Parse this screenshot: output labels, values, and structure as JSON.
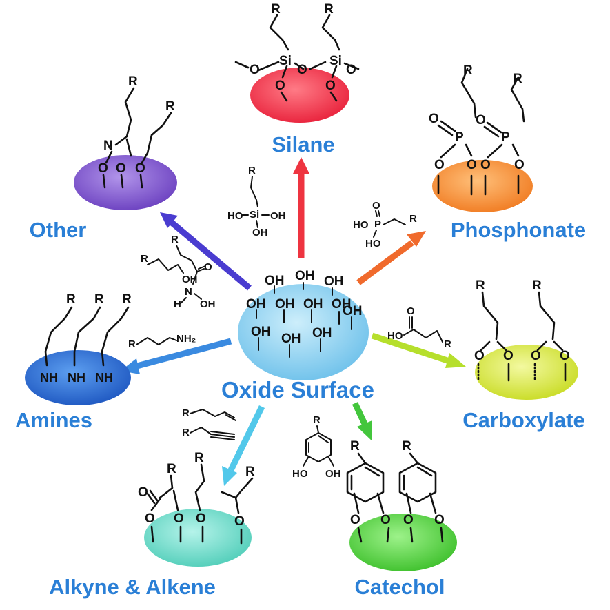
{
  "center": {
    "label": "Oxide Surface",
    "hydroxyl": "OH",
    "color": "#8fd3f0"
  },
  "nodes": [
    {
      "id": "silane",
      "label": "Silane",
      "color": "#f03a4b",
      "arrow_color": "#ee3440"
    },
    {
      "id": "phosphonate",
      "label": "Phosphonate",
      "color": "#f7913a",
      "arrow_color": "#f06a2c"
    },
    {
      "id": "carboxylate",
      "label": "Carboxylate",
      "color": "#d9e83a",
      "arrow_color": "#b6df2c"
    },
    {
      "id": "catechol",
      "label": "Catechol",
      "color": "#4fcf3a",
      "arrow_color": "#43c63c"
    },
    {
      "id": "alkyne_alkene",
      "label": "Alkyne & Alkene",
      "color": "#5fd8c8",
      "arrow_color": "#52c8ea"
    },
    {
      "id": "amines",
      "label": "Amines",
      "color": "#2f6fd8",
      "arrow_color": "#3a8ae0"
    },
    {
      "id": "other",
      "label": "Other",
      "color": "#7d55cc",
      "arrow_color": "#4a3cd0"
    }
  ],
  "atoms": {
    "R": "R",
    "O": "O",
    "N": "N",
    "Si": "Si",
    "P": "P",
    "NH": "NH",
    "OH": "OH",
    "HO": "HO",
    "H": "H",
    "NH2": "NH₂"
  }
}
